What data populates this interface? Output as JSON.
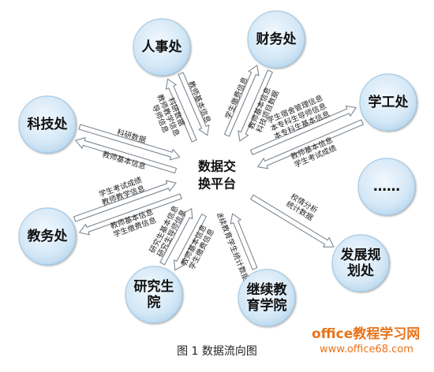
{
  "center": {
    "label": [
      "数据交",
      "换平台"
    ]
  },
  "nodes": [
    {
      "id": "renshichu",
      "label": [
        "人事处"
      ]
    },
    {
      "id": "caiwuchu",
      "label": [
        "财务处"
      ]
    },
    {
      "id": "xuegongchu",
      "label": [
        "学工处"
      ]
    },
    {
      "id": "more",
      "label": [
        "……"
      ]
    },
    {
      "id": "fazhanguihuachu",
      "label": [
        "发展规",
        "划处"
      ]
    },
    {
      "id": "jixujiaoyuxueyuan",
      "label": [
        "继续教",
        "育学院"
      ]
    },
    {
      "id": "yanjiushengyuan",
      "label": [
        "研究生",
        "院"
      ]
    },
    {
      "id": "jiaowuchu",
      "label": [
        "教务处"
      ]
    },
    {
      "id": "kejichu",
      "label": [
        "科技处"
      ]
    }
  ],
  "flows": [
    {
      "node": "renshichu",
      "outbound": [
        "教师基本信息"
      ],
      "inbound": [
        "科研数据",
        "教师教学信息",
        "导师信息"
      ]
    },
    {
      "node": "caiwuchu",
      "outbound": [
        "教师基本信息",
        "科技项目数据"
      ],
      "inbound": [
        "学生缴费信息"
      ]
    },
    {
      "node": "xuegongchu",
      "outbound": [
        "教师基本信息",
        "学生考试成绩"
      ],
      "inbound": [
        "本专科生基本信息",
        "本专科生导师信息",
        "学生宿舍管理信息"
      ]
    },
    {
      "node": "fazhanguihuachu",
      "outbound": [],
      "inbound": [
        "统计数据",
        "校情分析"
      ]
    },
    {
      "node": "jixujiaoyuxueyuan",
      "outbound": [
        "继续教育学生统计数据"
      ],
      "inbound": []
    },
    {
      "node": "yanjiushengyuan",
      "outbound": [
        "研究生导师信息",
        "研究生基本信息"
      ],
      "inbound": [
        "教师基本信息",
        "学生缴费信息"
      ]
    },
    {
      "node": "jiaowuchu",
      "outbound": [
        "教师教学信息",
        "学生考试成绩"
      ],
      "inbound": [
        "教师基本信息",
        "学生缴费信息"
      ]
    },
    {
      "node": "kejichu",
      "outbound": [
        "科研数据"
      ],
      "inbound": [
        "教师基本信息"
      ]
    }
  ],
  "caption": "图 1  数据流向图",
  "watermark": {
    "title": "office教程学习网",
    "url": "www.office68.com"
  },
  "colors": {
    "node_fill": "#d3e7f6",
    "node_fill_edge": "#9ec4e2",
    "arrow_stroke": "#7d8790",
    "arrow_fill": "#ffffff",
    "watermark": "#e8731a"
  }
}
